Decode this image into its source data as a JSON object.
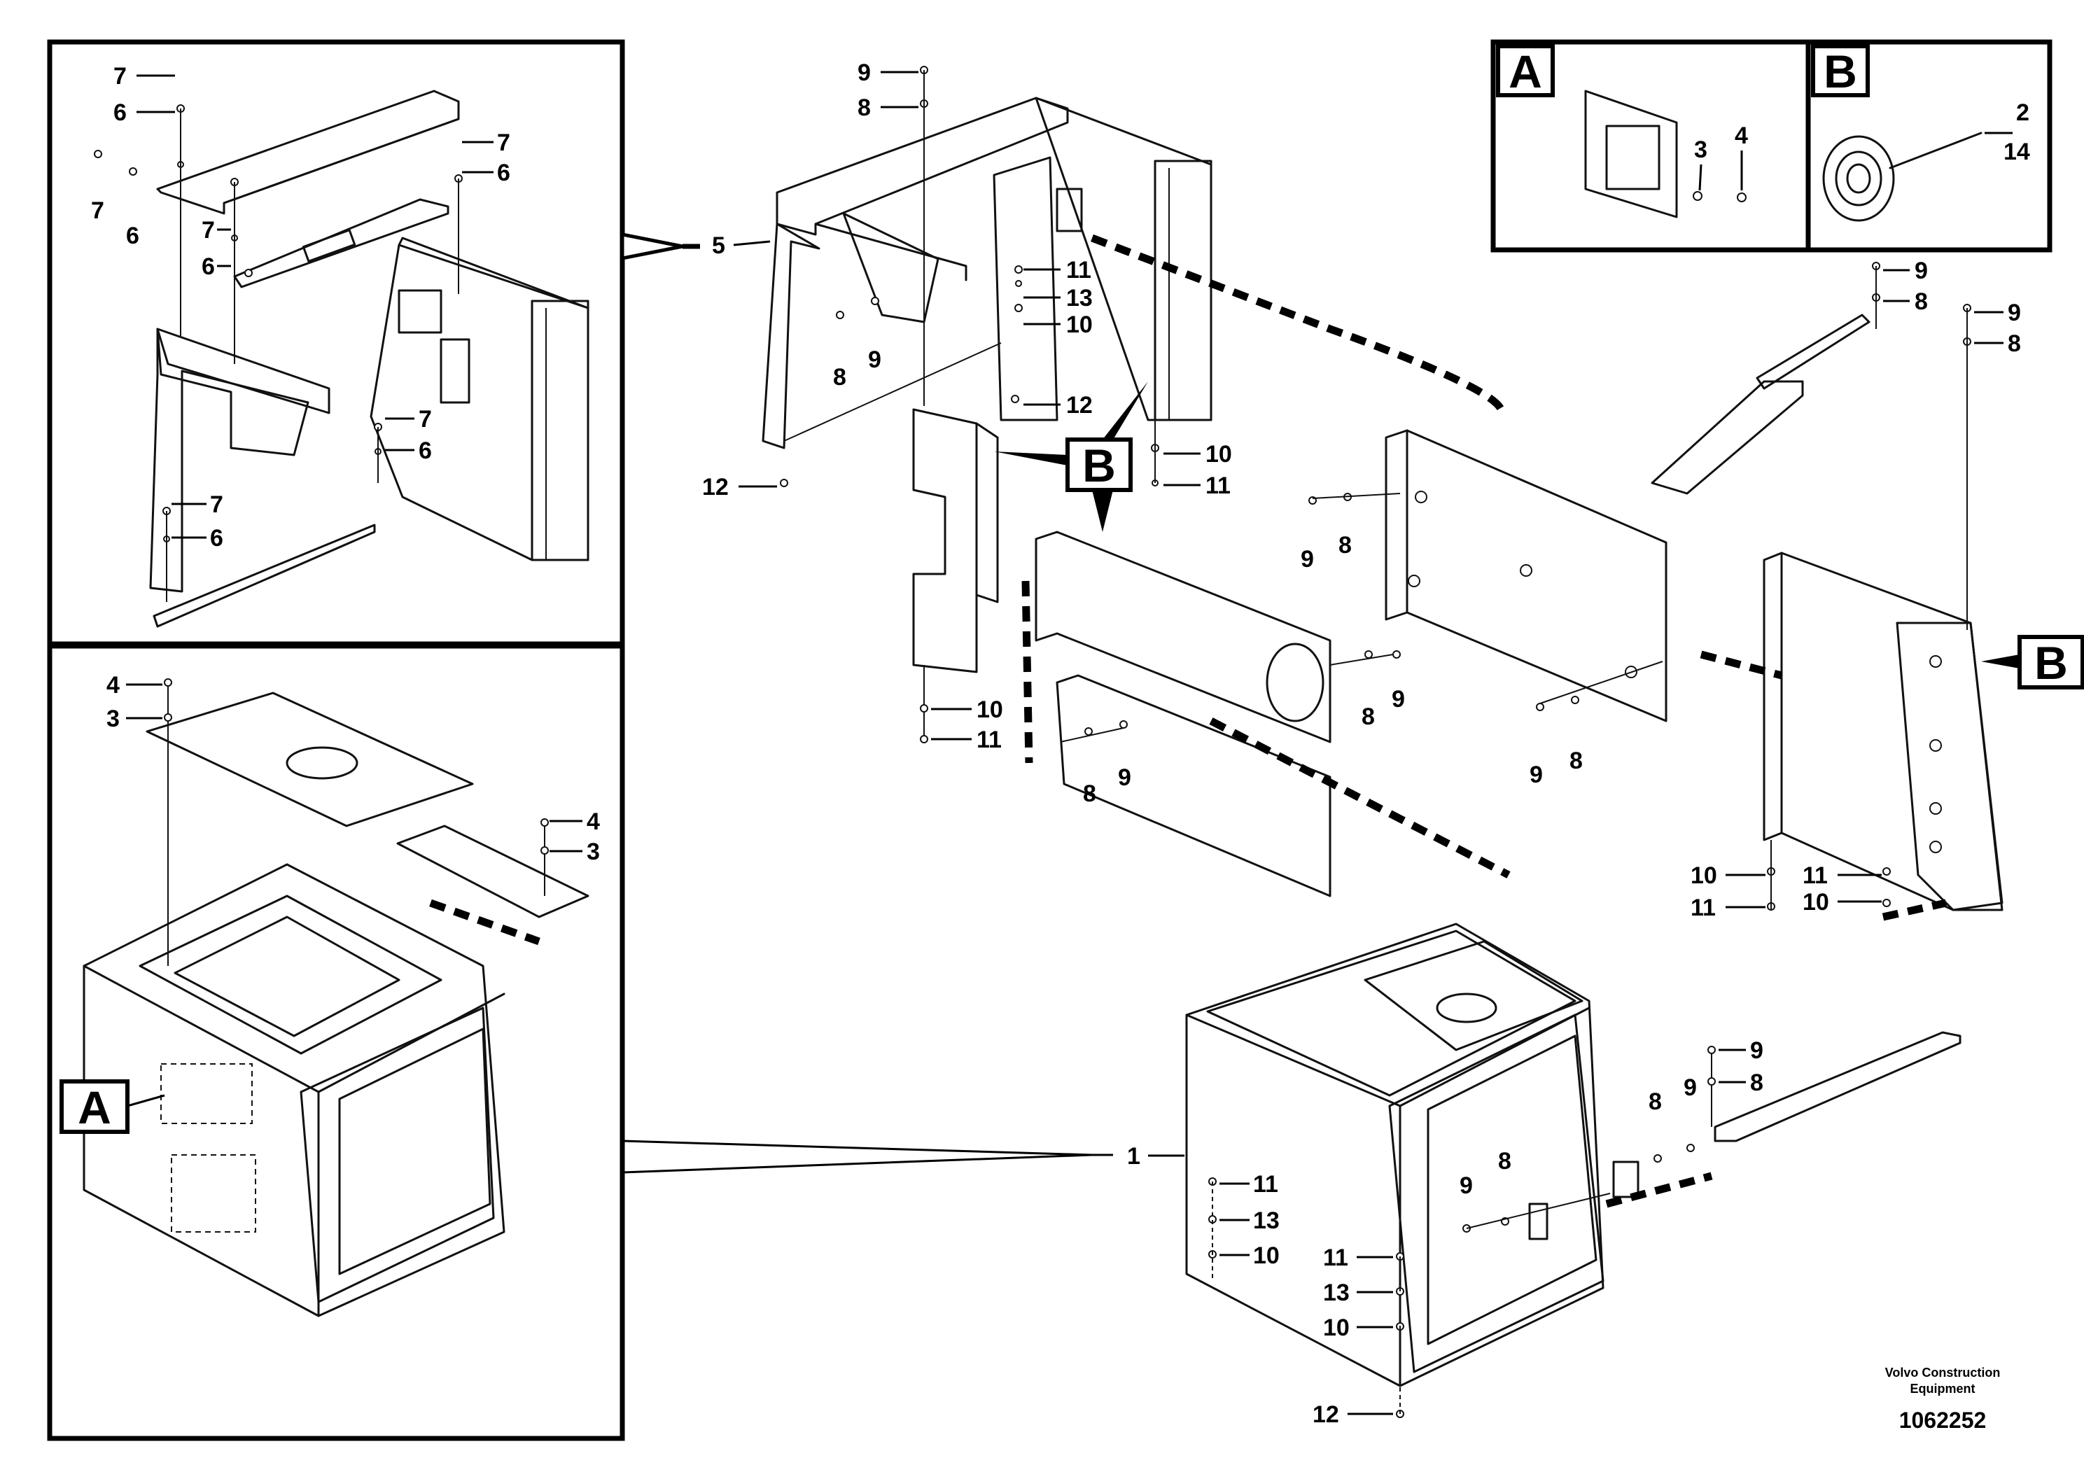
{
  "diagram": {
    "callout_letters": {
      "a": "A",
      "b": "B"
    },
    "publisher": "Volvo Construction\nEquipment",
    "publisher_line1": "Volvo Construction",
    "publisher_line2": "Equipment",
    "document_number": "1062252",
    "part_labels": {
      "p1": "1",
      "p2": "2",
      "p3": "3",
      "p4": "4",
      "p5": "5",
      "p6": "6",
      "p7": "7",
      "p8": "8",
      "p9": "9",
      "p10": "10",
      "p11": "11",
      "p12": "12",
      "p13": "13",
      "p14": "14"
    }
  }
}
